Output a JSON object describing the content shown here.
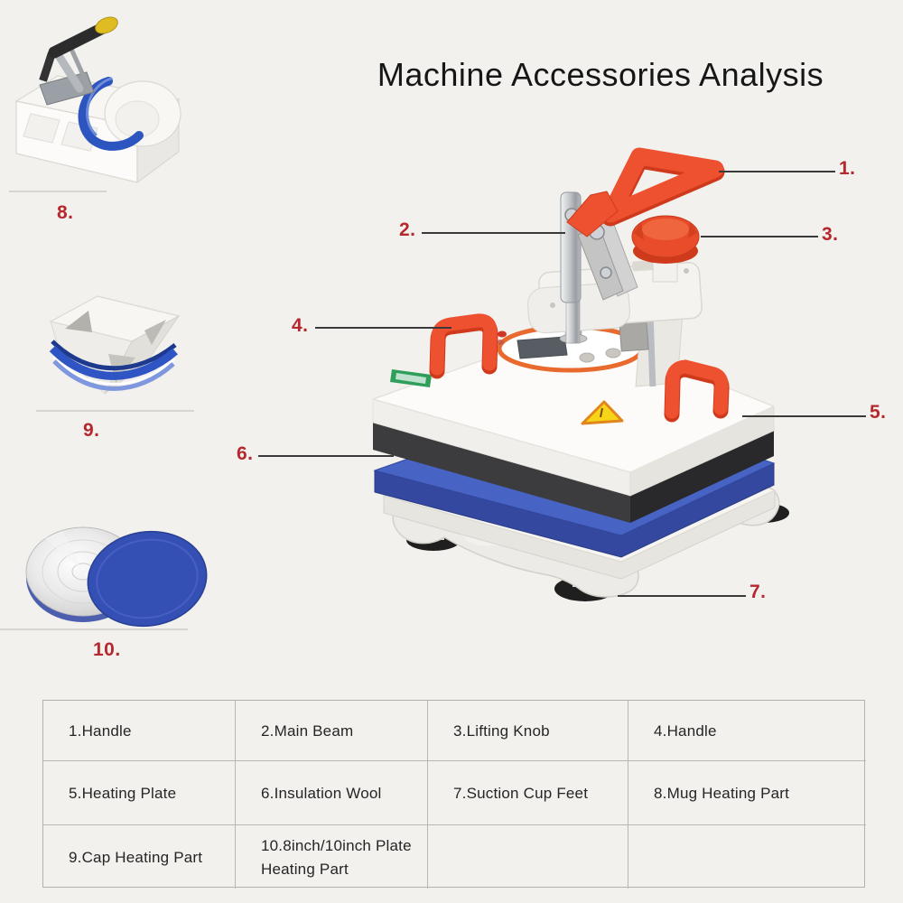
{
  "title": "Machine Accessories Analysis",
  "callout_labels": [
    "1.",
    "2.",
    "3.",
    "4.",
    "5.",
    "6.",
    "7.",
    "8.",
    "9.",
    "10."
  ],
  "table": {
    "rows": [
      [
        "1.Handle",
        "2.Main Beam",
        "3.Lifting Knob",
        "4.Handle"
      ],
      [
        "5.Heating Plate",
        "6.Insulation Wool",
        "7.Suction Cup Feet",
        "8.Mug Heating Part"
      ],
      [
        "9.Cap Heating Part",
        "10.8inch/10inch Plate Heating Part",
        "",
        ""
      ]
    ]
  },
  "colors": {
    "background": "#f2f1ee",
    "callout_label_red": "#b5282e",
    "callout_line": "#3a3a3a",
    "machine_red": "#ee5130",
    "machine_blue": "#4763c4",
    "dial_ring_orange": "#e86a2e",
    "warning_yellow": "#f6d417",
    "sticker_green": "#2f9e5b",
    "table_border": "#b9b7b4",
    "text_dark": "#252525"
  }
}
